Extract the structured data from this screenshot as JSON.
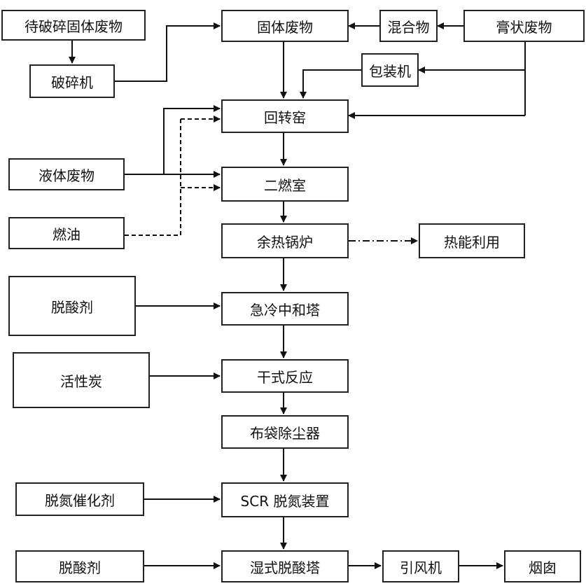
{
  "nodes": {
    "waste_to_crush": "待破碎固体废物",
    "crusher": "破碎机",
    "solid_waste": "固体废物",
    "mixture": "混合物",
    "paste_waste": "膏状废物",
    "packer": "包装机",
    "rotary_kiln": "回转窑",
    "liquid_waste": "液体废物",
    "secondary_chamber": "二燃室",
    "fuel_oil": "燃油",
    "waste_heat_boiler": "余热锅炉",
    "heat_utilization": "热能利用",
    "deacidifier_1": "脱酸剂",
    "quench_tower": "急冷中和塔",
    "activated_carbon": "活性炭",
    "dry_reaction": "干式反应",
    "bag_filter": "布袋除尘器",
    "denitration_catalyst": "脱氮催化剂",
    "scr_denitration": "SCR 脱氮装置",
    "deacidifier_2": "脱酸剂",
    "wet_scrubber": "湿式脱酸塔",
    "induced_fan": "引风机",
    "chimney": "烟囱"
  },
  "style": {
    "line_color": "#111111",
    "box_border": "#222222"
  }
}
